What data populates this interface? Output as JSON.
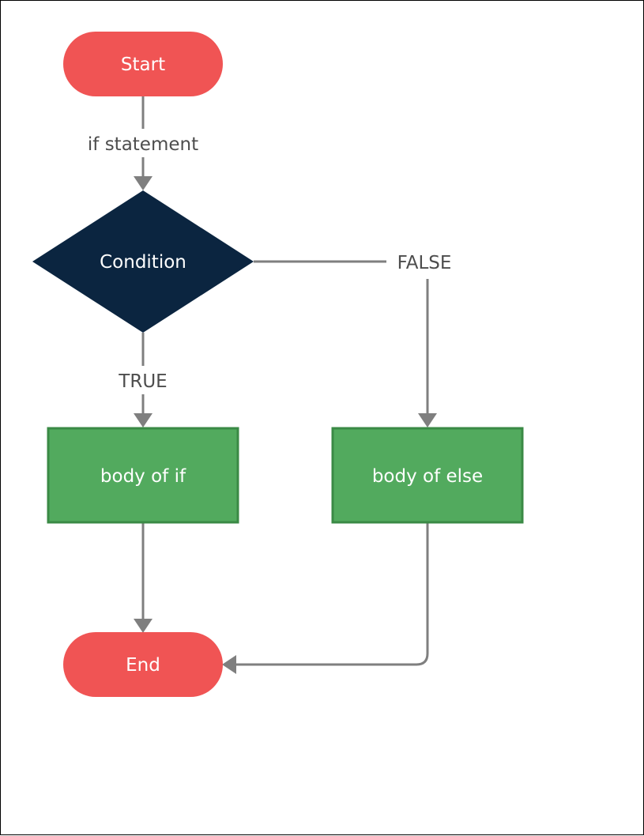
{
  "diagram": {
    "nodes": {
      "start": {
        "label": "Start",
        "shape": "terminator",
        "color": "#f05454"
      },
      "condition": {
        "label": "Condition",
        "shape": "decision",
        "color": "#0b2540"
      },
      "body_if": {
        "label": "body of if",
        "shape": "process",
        "color": "#52aa5e",
        "border": "#3a8a45"
      },
      "body_else": {
        "label": "body of else",
        "shape": "process",
        "color": "#52aa5e",
        "border": "#3a8a45"
      },
      "end": {
        "label": "End",
        "shape": "terminator",
        "color": "#f05454"
      }
    },
    "edges": {
      "start_to_condition": {
        "label": "if statement"
      },
      "condition_true": {
        "label": "TRUE"
      },
      "condition_false": {
        "label": "FALSE"
      },
      "if_to_end": {
        "label": ""
      },
      "else_to_end": {
        "label": ""
      }
    },
    "colors": {
      "connector": "#7f7f7f",
      "edge_text": "#4d4d4d",
      "node_text": "#ffffff"
    }
  }
}
